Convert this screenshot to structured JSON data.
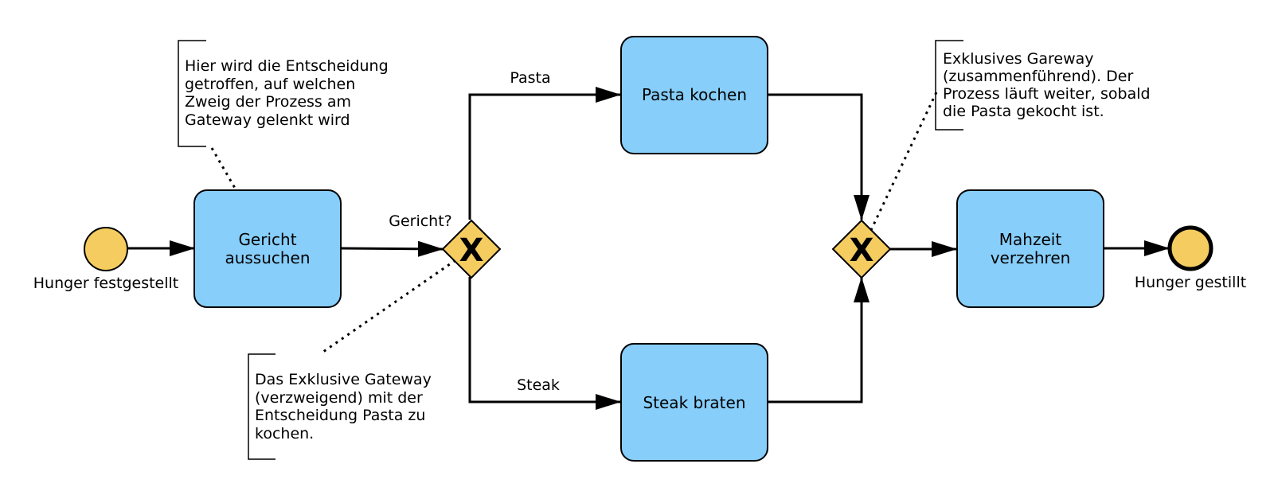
{
  "colors": {
    "task_fill": "#87cefa",
    "event_fill": "#f5cc5f",
    "gateway_fill": "#f5cc5f",
    "stroke": "#000000"
  },
  "events": {
    "start": {
      "label": "Hunger festgestellt"
    },
    "end": {
      "label": "Hunger gestillt"
    }
  },
  "tasks": {
    "choose_dish": {
      "lines": [
        "Gericht",
        "aussuchen"
      ]
    },
    "cook_pasta": {
      "lines": [
        "Pasta kochen"
      ]
    },
    "fry_steak": {
      "lines": [
        "Steak braten"
      ]
    },
    "eat_meal": {
      "lines": [
        "Mahzeit",
        "verzehren"
      ]
    }
  },
  "gateways": {
    "split": {
      "label": "Gericht?",
      "marker": "X"
    },
    "merge": {
      "marker": "X"
    }
  },
  "flow_labels": {
    "pasta": "Pasta",
    "steak": "Steak"
  },
  "annotations": {
    "decision": {
      "lines": [
        "Hier wird die Entscheidung",
        "getroffen, auf welchen",
        "Zweig der Prozess am",
        "Gateway gelenkt wird"
      ]
    },
    "split_gateway": {
      "lines": [
        "Das Exklusive Gateway",
        "(verzweigend) mit der",
        "Entscheidung Pasta zu",
        "kochen."
      ]
    },
    "merge_gateway": {
      "lines": [
        "Exklusives Gareway",
        "(zusammenführend). Der",
        "Prozess läuft weiter, sobald",
        "die Pasta gekocht ist."
      ]
    }
  }
}
